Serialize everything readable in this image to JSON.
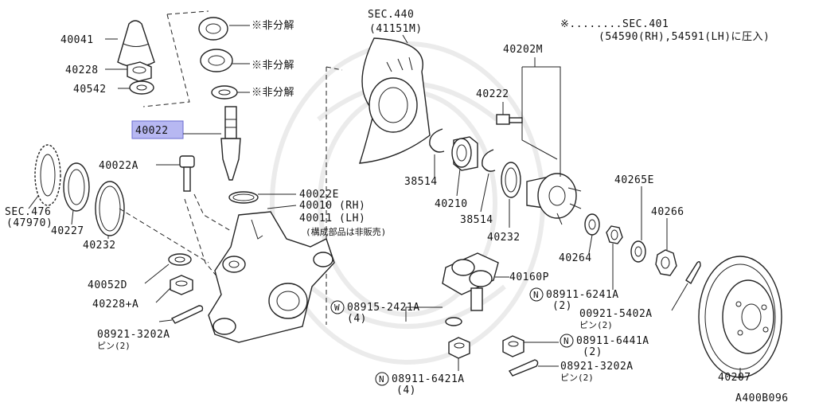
{
  "labels": {
    "sec440": "SEC.440",
    "sec440_sub": "(41151M)",
    "note_star": "※........SEC.401",
    "note_line2": "(54590(RH),54591(LH)に圧入)",
    "p40041": "40041",
    "p40228": "40228",
    "p40542": "40542",
    "p40022": "40022",
    "p40022A": "40022A",
    "sec476": "SEC.476",
    "sec476_sub": "(47970)",
    "p40227": "40227",
    "p40232a": "40232",
    "p40022E": "40022E",
    "p40010": "40010 (RH)",
    "p40011": "40011 (LH)",
    "knuckle_note": "(構成部品は非販売)",
    "p40052D": "40052D",
    "p40228A": "40228+A",
    "p08921a": "08921-3202A",
    "pin2a": "ピン(2)",
    "nonsep1": "※非分解",
    "nonsep2": "※非分解",
    "nonsep3": "※非分解",
    "p38514a": "38514",
    "p40210": "40210",
    "p38514b": "38514",
    "p40232b": "40232",
    "p40202M": "40202M",
    "p40222": "40222",
    "p40265E": "40265E",
    "p40266": "40266",
    "p40264": "40264",
    "p40160P": "40160P",
    "n08911_6241A": "08911-6241A",
    "qty2a": "(2)",
    "p00921": "00921-5402A",
    "pin2b": "ピン(2)",
    "w08915": "08915-2421A",
    "qty4a": "(4)",
    "n08911_6441A": "08911-6441A",
    "qty2b": "(2)",
    "p08921b": "08921-3202A",
    "pin2c": "ピン(2)",
    "n08911_6421A": "08911-6421A",
    "qty4b": "(4)",
    "p40207": "40207",
    "code": "A400B096",
    "circ_n": "N",
    "circ_w": "W"
  }
}
